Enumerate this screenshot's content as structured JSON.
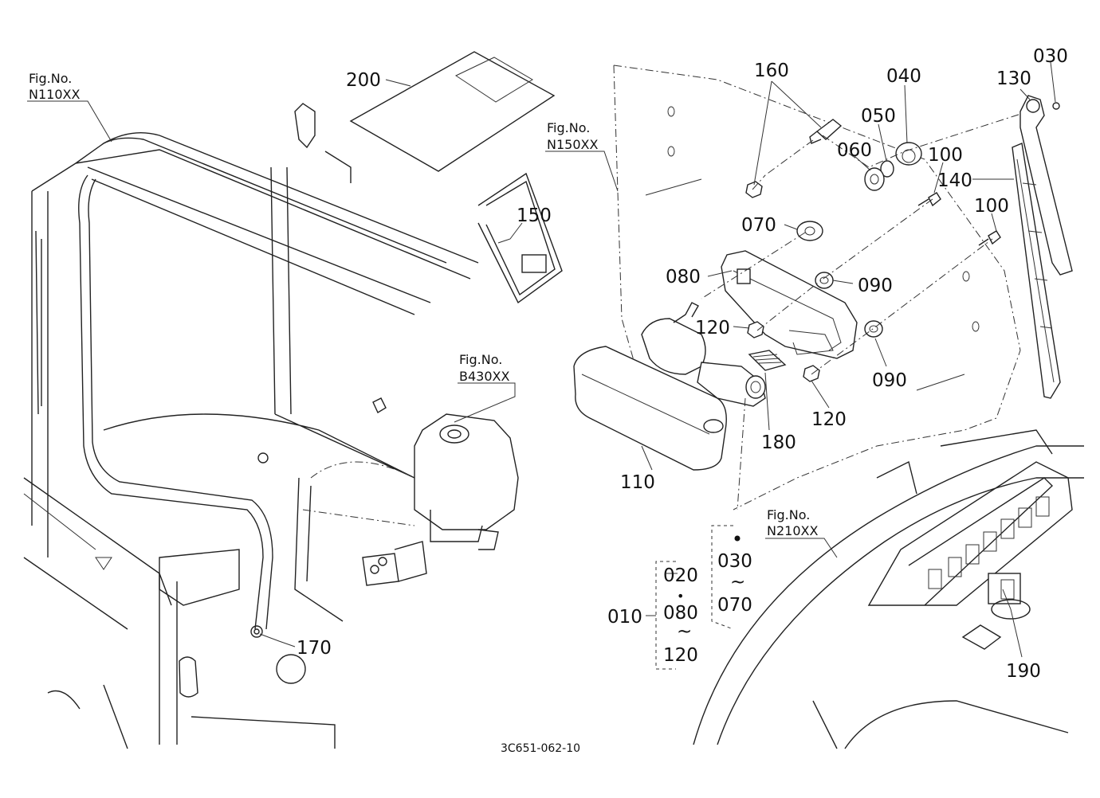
{
  "figure_refs": [
    {
      "line1": "Fig.No.",
      "line2": "N110XX"
    },
    {
      "line1": "Fig.No.",
      "line2": "N150XX"
    },
    {
      "line1": "Fig.No.",
      "line2": "B430XX"
    },
    {
      "line1": "Fig.No.",
      "line2": "N210XX"
    }
  ],
  "part_labels": [
    "200",
    "150",
    "160",
    "040",
    "130",
    "030",
    "050",
    "060",
    "100",
    "140",
    "100",
    "070",
    "080",
    "090",
    "120",
    "090",
    "120",
    "180",
    "110",
    "190",
    "170"
  ],
  "group": {
    "main": "010",
    "a_start": "020",
    "a_dot": "•",
    "a_from": "080",
    "a_tilde": "~",
    "a_to": "120",
    "b_from": "030",
    "b_tilde": "~",
    "b_to": "070"
  },
  "drawing_code": "3C651-062-10"
}
